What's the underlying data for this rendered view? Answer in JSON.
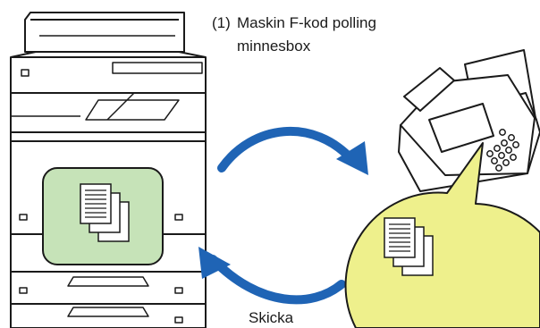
{
  "step_label": {
    "number": "(1)",
    "line1": "Maskin F-kod polling",
    "line2": "minnesbox"
  },
  "send_label": "Skicka",
  "colors": {
    "memory_box_fill": "#c6e3b8",
    "bubble_fill": "#eef08c",
    "arrow": "#1f64b5",
    "outline": "#1a1a1a"
  },
  "icons": [
    "mfp-machine-icon",
    "fax-machine-icon",
    "document-stack-icon",
    "curved-arrow-icon"
  ]
}
